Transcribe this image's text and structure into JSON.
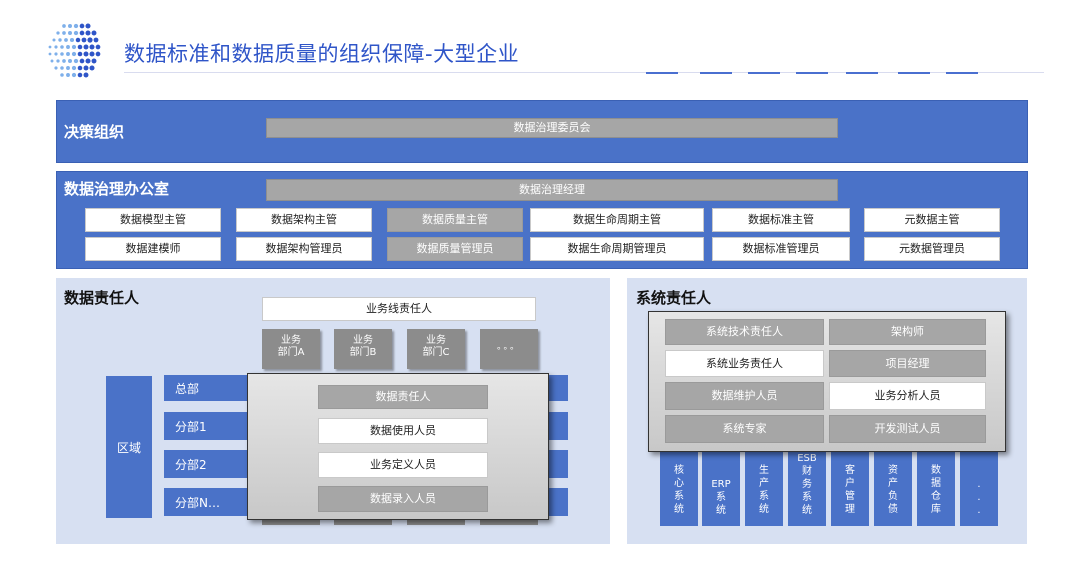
{
  "header": {
    "title": "数据标准和数据质量的组织保障-大型企业"
  },
  "colors": {
    "accent_blue": "#4a72c8",
    "title_blue": "#2f55c8",
    "gray_box": "#a6a6a6",
    "panel_bg": "#d7e0f2"
  },
  "decision": {
    "title": "决策组织",
    "bar": "数据治理委员会"
  },
  "office": {
    "title": "数据治理办公室",
    "bar": "数据治理经理",
    "row1": [
      "数据模型主管",
      "数据架构主管",
      "数据质量主管",
      "数据生命周期主管",
      "数据标准主管",
      "元数据主管"
    ],
    "row2": [
      "数据建模师",
      "数据架构管理员",
      "数据质量管理员",
      "数据生命周期管理员",
      "数据标准管理员",
      "元数据管理员"
    ]
  },
  "data_owner": {
    "title": "数据责任人",
    "line_owner": "业务线责任人",
    "depts": [
      {
        "line1": "业务",
        "line2": "部门A"
      },
      {
        "line1": "业务",
        "line2": "部门B"
      },
      {
        "line1": "业务",
        "line2": "部门C"
      }
    ],
    "dept_more": "。。。",
    "region": "区域",
    "branches": [
      "总部",
      "分部1",
      "分部2",
      "分部N…"
    ],
    "roles": [
      "数据责任人",
      "数据使用人员",
      "业务定义人员",
      "数据录入人员"
    ]
  },
  "system_owner": {
    "title": "系统责任人",
    "roles": [
      [
        "系统技术责任人",
        "架构师"
      ],
      [
        "系统业务责任人",
        "项目经理"
      ],
      [
        "数据维护人员",
        "业务分析人员"
      ],
      [
        "系统专家",
        "开发测试人员"
      ]
    ],
    "systems": [
      [
        "核",
        "心",
        "系",
        "统"
      ],
      [
        "ERP",
        "系",
        "统"
      ],
      [
        "生",
        "产",
        "系",
        "统"
      ],
      [
        "ESB",
        "财",
        "务",
        "系",
        "统"
      ],
      [
        "客",
        "户",
        "管",
        "理"
      ],
      [
        "资",
        "产",
        "负",
        "债"
      ],
      [
        "数",
        "据",
        "仓",
        "库"
      ],
      [
        ".",
        ".",
        "."
      ]
    ]
  }
}
